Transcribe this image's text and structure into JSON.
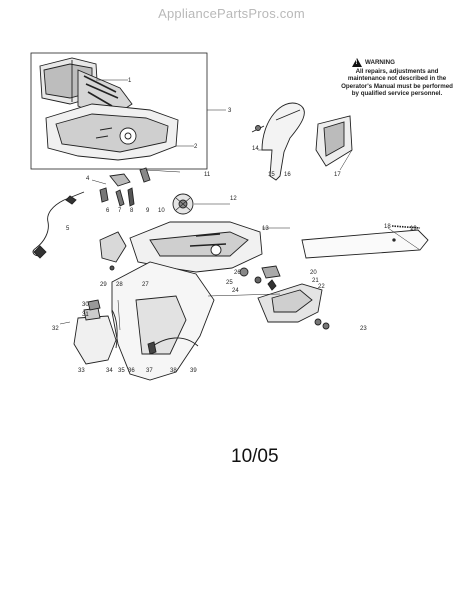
{
  "watermark": "AppliancePartsPros.com",
  "warning": {
    "title": "WARNING",
    "text": "All repairs, adjustments and maintenance not described in the Operator's Manual must be performed by qualified service personnel."
  },
  "date_code": "10/05",
  "callouts": [
    "1",
    "2",
    "3",
    "4",
    "5",
    "6",
    "7",
    "8",
    "9",
    "10",
    "11",
    "12",
    "13",
    "14",
    "15",
    "16",
    "17",
    "18",
    "19",
    "20",
    "21",
    "22",
    "23",
    "24",
    "25",
    "26",
    "27",
    "28",
    "29",
    "30",
    "31",
    "32",
    "33",
    "34",
    "35",
    "36",
    "37",
    "38",
    "39"
  ]
}
